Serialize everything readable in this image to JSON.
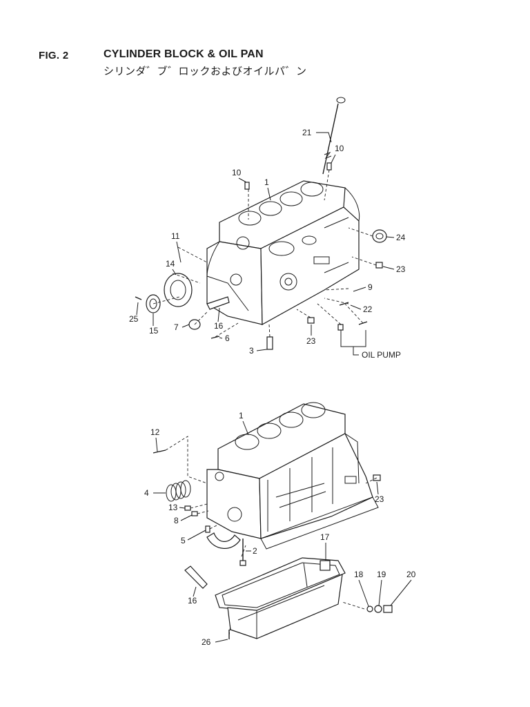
{
  "figure": {
    "number": "FIG. 2",
    "title": "CYLINDER BLOCK & OIL PAN",
    "subtitle": "シリンダ゛ブ゛ロックおよびオイルパ゛ン"
  },
  "callouts": {
    "top": {
      "c1": "1",
      "c3": "3",
      "c6": "6",
      "c7": "7",
      "c9": "9",
      "c10a": "10",
      "c10b": "10",
      "c11": "11",
      "c14": "14",
      "c15": "15",
      "c16": "16",
      "c21": "21",
      "c22": "22",
      "c23a": "23",
      "c23b": "23",
      "c24": "24",
      "c25": "25",
      "oil_pump": "OIL PUMP"
    },
    "bottom": {
      "c1": "1",
      "c2": "2",
      "c4": "4",
      "c5": "5",
      "c8": "8",
      "c12": "12",
      "c13": "13",
      "c16": "16",
      "c17": "17",
      "c18": "18",
      "c19": "19",
      "c20": "20",
      "c23": "23",
      "c26": "26"
    }
  }
}
